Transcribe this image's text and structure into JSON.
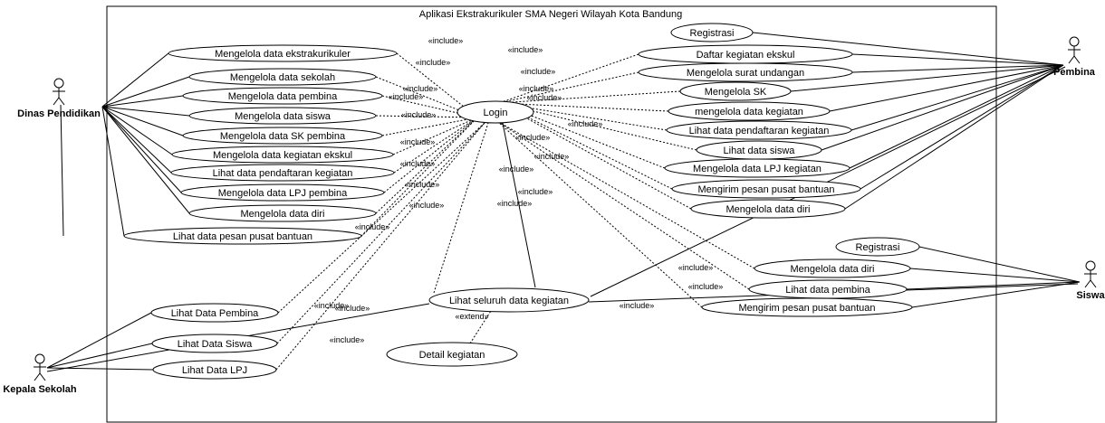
{
  "system_title": "Aplikasi Ekstrakurikuler SMA Negeri Wilayah Kota Bandung",
  "actors": {
    "dinas": "Dinas Pendidikan",
    "pembina": "Pembina",
    "siswa": "Siswa",
    "kepsek": "Kepala Sekolah"
  },
  "login": "Login",
  "dinas_usecases": [
    "Mengelola data ekstrakurikuler",
    "Mengelola data sekolah",
    "Mengelola data pembina",
    "Mengelola data siswa",
    "Mengelola data SK pembina",
    "Mengelola data kegiatan ekskul",
    "Lihat data pendaftaran kegiatan",
    "Mengelola data LPJ pembina",
    "Mengelola data diri",
    "Lihat data pesan pusat bantuan"
  ],
  "pembina_usecases": [
    "Registrasi",
    "Daftar kegiatan ekskul",
    "Mengelola surat undangan",
    "Mengelola SK",
    "mengelola data kegiatan",
    "Lihat data pendaftaran kegiatan",
    "Lihat data siswa",
    "Mengelola data LPJ kegiatan",
    "Mengirim pesan pusat bantuan",
    "Mengelola data diri"
  ],
  "siswa_usecases": [
    "Registrasi",
    "Mengelola data diri",
    "Lihat data pembina",
    "Mengirim pesan pusat bantuan"
  ],
  "kepsek_usecases": [
    "Lihat Data Pembina",
    "Lihat Data Siswa",
    "Lihat Data LPJ"
  ],
  "shared_usecases": {
    "all_kegiatan": "Lihat seluruh data kegiatan",
    "detail": "Detail kegiatan"
  },
  "labels": {
    "include": "«include»",
    "extend": "«extend»"
  }
}
